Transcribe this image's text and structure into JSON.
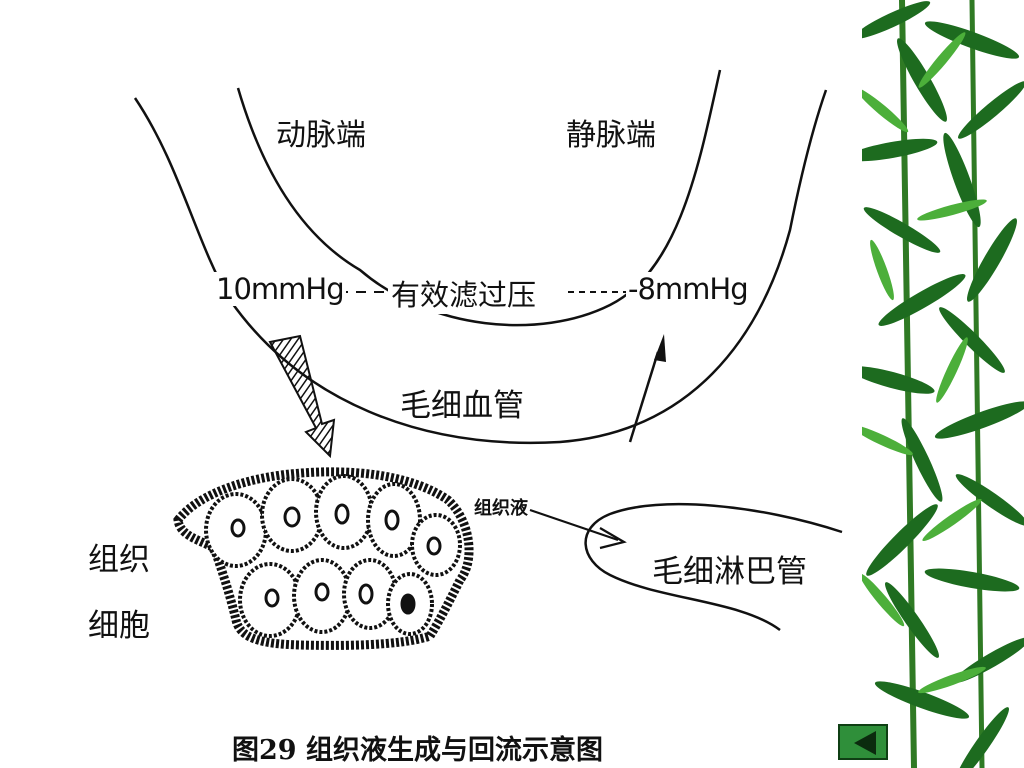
{
  "labels": {
    "arterial_end": "动脉端",
    "venous_end": "静脉端",
    "arterial_pressure": "10mmHg",
    "effective_filtration_pressure": "有效滤过压",
    "venous_pressure": "-8mmHg",
    "capillary": "毛细血管",
    "tissue_fluid": "组织液",
    "lymph_capillary": "毛细淋巴管",
    "tissue_cells_line1": "组织",
    "tissue_cells_line2": "细胞"
  },
  "caption": "图29  组织液生成与回流示意图",
  "colors": {
    "background": "#ffffff",
    "ink": "#111111",
    "bamboo_dark": "#1d6b1f",
    "bamboo_light": "#4caf3a",
    "nav_button": "#2f8f3a"
  },
  "nav": {
    "back_icon": "triangle-left-icon"
  }
}
